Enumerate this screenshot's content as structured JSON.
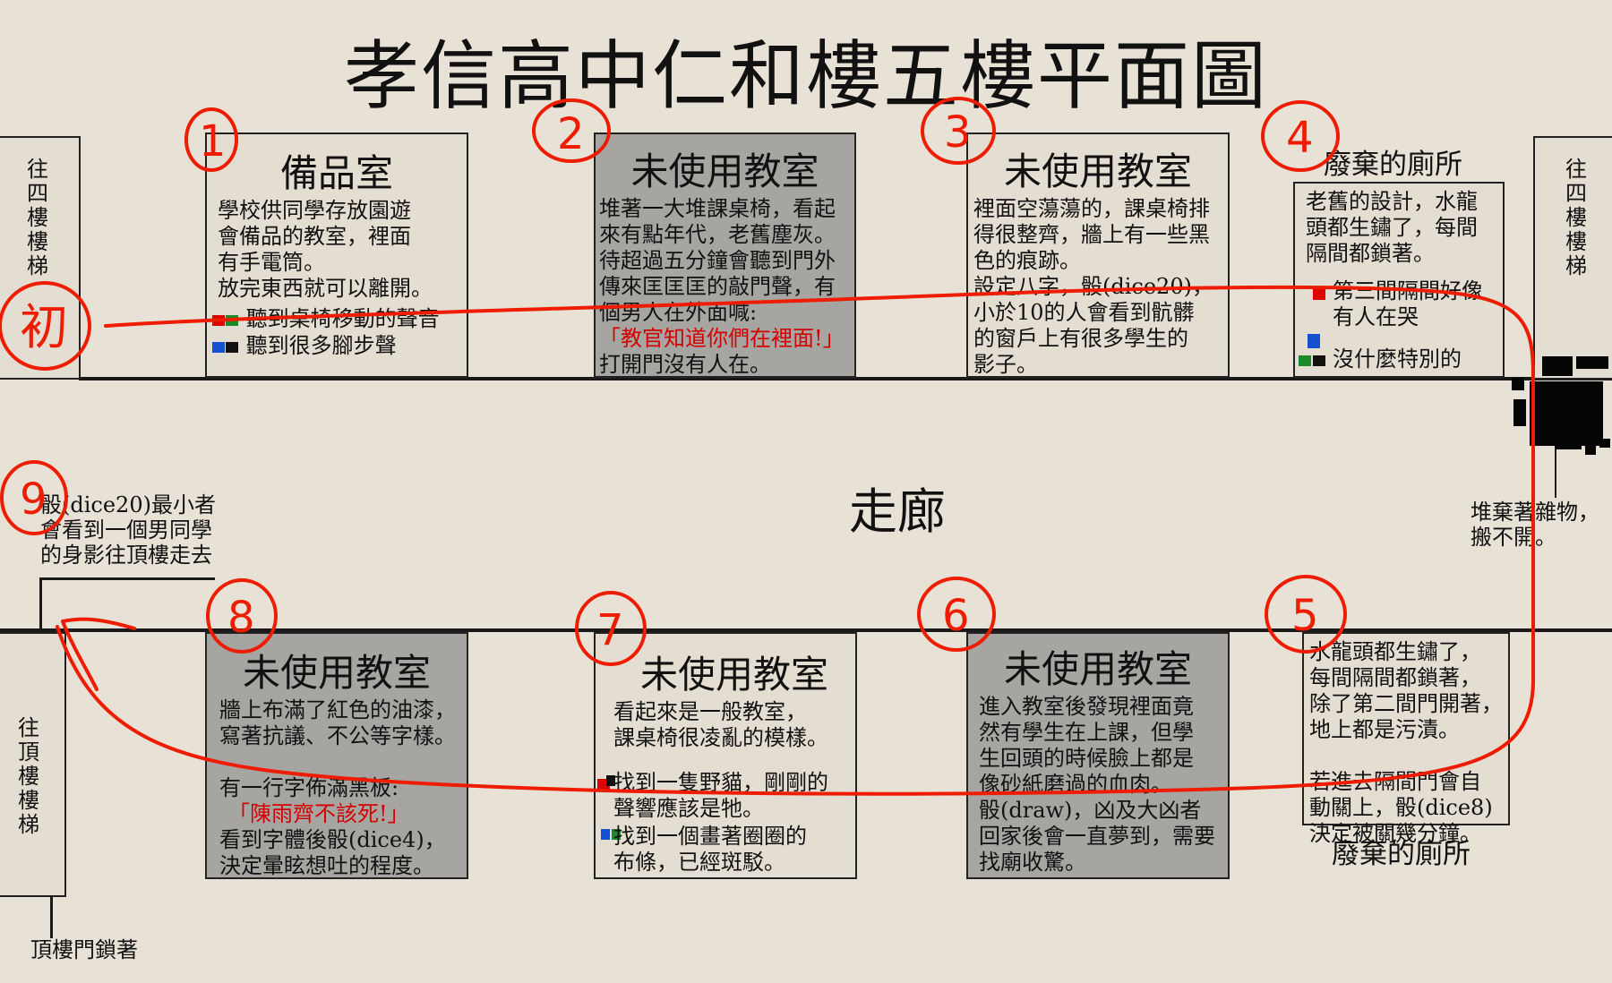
{
  "title": "孝信高中仁和樓五樓平面圖",
  "corridor_label": "走廊",
  "stairs": {
    "left_top": "往四樓樓梯",
    "right_top": "往四樓樓梯",
    "left_bottom": "往頂樓樓梯"
  },
  "rooms": {
    "r1": {
      "title": "備品室",
      "lines": [
        "學校供同學存放園遊",
        "會備品的教室，裡面",
        "有手電筒。",
        "放完東西就可以離開。"
      ],
      "opt_a": "聽到桌椅移動的聲音",
      "opt_b": "聽到很多腳步聲"
    },
    "r2": {
      "title": "未使用教室",
      "lines": [
        "堆著一大堆課桌椅，看起",
        "來有點年代，老舊塵灰。",
        "待超過五分鐘會聽到門外",
        "傳來匡匡匡的敲門聲，有",
        "個男人在外面喊:"
      ],
      "quote": "「教官知道你們在裡面!」",
      "last": "打開門沒有人在。"
    },
    "r3": {
      "title": "未使用教室",
      "lines": [
        "裡面空蕩蕩的，課桌椅排",
        "得很整齊，牆上有一些黑",
        "色的痕跡。",
        "設定八字，骰(dice20)，",
        "小於10的人會看到骯髒",
        "的窗戶上有很多學生的",
        "影子。"
      ]
    },
    "r4": {
      "title": "廢棄的廁所",
      "lines": [
        "老舊的設計，水龍",
        "頭都生鏽了，每間",
        "隔間都鎖著。"
      ],
      "opt_a": [
        "第三間隔間好像",
        "有人在哭"
      ],
      "opt_b": "沒什麼特別的"
    },
    "r5": {
      "title": "廢棄的廁所",
      "lines": [
        "水龍頭都生鏽了，",
        "每間隔間都鎖著，",
        "除了第二間門開著，",
        "地上都是污漬。",
        "",
        "若進去隔間門會自",
        "動關上，骰(dice8)",
        "決定被關幾分鐘。"
      ]
    },
    "r6": {
      "title": "未使用教室",
      "lines": [
        "進入教室後發現裡面竟",
        "然有學生在上課，但學",
        "生回頭的時候臉上都是",
        "像砂紙磨過的血肉。",
        "骰(draw)，凶及大凶者",
        "回家後會一直夢到，需要",
        "找廟收驚。"
      ]
    },
    "r7": {
      "title": "未使用教室",
      "lines": [
        "看起來是一般教室，",
        "課桌椅很凌亂的模樣。"
      ],
      "opt_a": [
        "找到一隻野貓，剛剛的",
        "聲響應該是牠。"
      ],
      "opt_b": [
        "找到一個畫著圈圈的",
        "布條，已經斑駁。"
      ]
    },
    "r8": {
      "title": "未使用教室",
      "lines": [
        "牆上布滿了紅色的油漆，",
        "寫著抗議、不公等字樣。",
        "",
        "有一行字佈滿黑板:"
      ],
      "quote": "「陳雨齊不該死!」",
      "after": [
        "看到字體後骰(dice4)，",
        "決定暈眩想吐的程度。"
      ]
    }
  },
  "notes": {
    "nine": [
      "骰(dice20)最小者",
      "會看到一個男同學",
      "的身影往頂樓走去"
    ],
    "blocked": [
      "堆棄著雜物，",
      "搬不開。"
    ],
    "roof_locked": "頂樓門鎖著"
  },
  "handwritten": {
    "start": "初",
    "n1": "1",
    "n2": "2",
    "n3": "3",
    "n4": "4",
    "n5": "5",
    "n6": "6",
    "n7": "7",
    "n8": "8",
    "n9": "9"
  },
  "colors": {
    "background": "#e7e1d6",
    "dark_room": "#a7a5a2",
    "annotation_red": "#ee1c00",
    "dice_red": "#e00000",
    "dice_green": "#1a8a2a",
    "dice_blue": "#1450d0",
    "dice_black": "#111111"
  }
}
